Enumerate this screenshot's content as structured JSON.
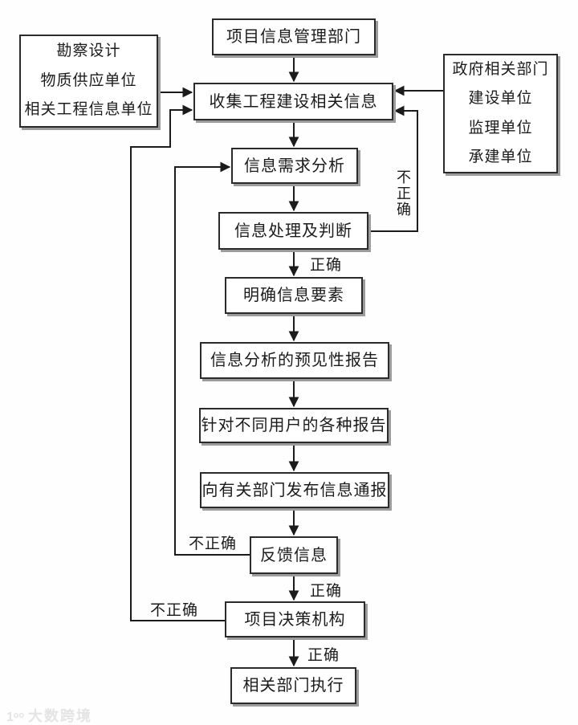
{
  "watermark": {
    "logo": "1ᵒᵒ",
    "text": "大数跨境"
  },
  "diagram": {
    "colors": {
      "line": "#1b1b1b",
      "box_border": "#2b2b2b",
      "box_background": "#ffffff",
      "box_shadow": "#9c9c9c",
      "text": "#1b1b1b",
      "watermark_text": "#e4e4e4"
    },
    "nodes": [
      {
        "id": "project-info-dept",
        "label": "项目信息管理部门"
      },
      {
        "id": "left-info-sources",
        "lines": [
          "勘察设计",
          "物质供应单位",
          "相关工程信息单位"
        ]
      },
      {
        "id": "right-info-sources",
        "lines": [
          "政府相关部门",
          "建设单位",
          "监理单位",
          "承建单位"
        ]
      },
      {
        "id": "collect-info",
        "label": "收集工程建设相关信息"
      },
      {
        "id": "demand-analysis",
        "label": "信息需求分析"
      },
      {
        "id": "process-judge",
        "label": "信息处理及判断"
      },
      {
        "id": "clarify-elements",
        "label": "明确信息要素"
      },
      {
        "id": "predictive-report",
        "label": "信息分析的预见性报告"
      },
      {
        "id": "user-reports",
        "label": "针对不同用户的各种报告"
      },
      {
        "id": "publish-bulletin",
        "label": "向有关部门发布信息通报"
      },
      {
        "id": "feedback-info",
        "label": "反馈信息"
      },
      {
        "id": "decision-body",
        "label": "项目决策机构"
      },
      {
        "id": "execute-dept",
        "label": "相关部门执行"
      }
    ],
    "edge_labels": {
      "judge_correct": {
        "text": "正确"
      },
      "judge_incorrect": {
        "text": "不正确"
      },
      "feedback_correct": {
        "text": "正确"
      },
      "feedback_incorrect": {
        "text": "不正确"
      },
      "decision_correct": {
        "text": "正确"
      },
      "decision_incorrect": {
        "text": "不正确"
      }
    }
  }
}
